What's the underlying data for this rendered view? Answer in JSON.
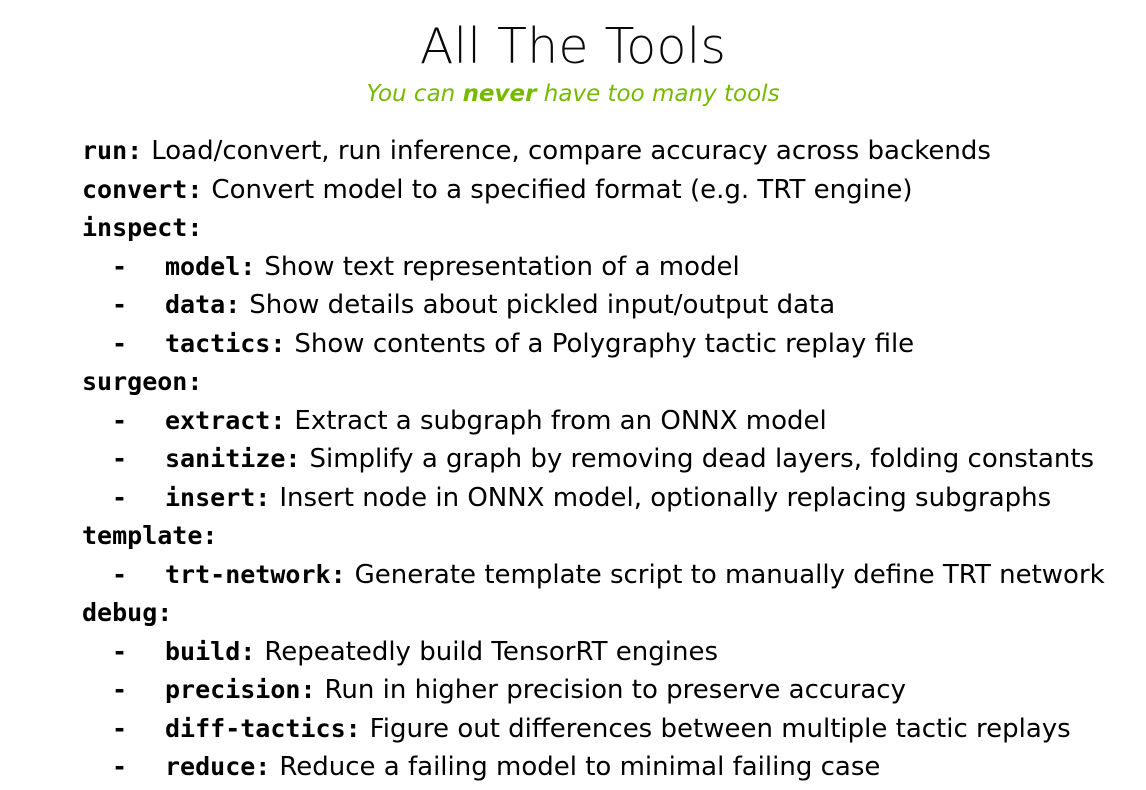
{
  "header": {
    "title": "All The Tools",
    "subtitle_before": "You can ",
    "subtitle_emphasis": "never",
    "subtitle_after": " have too many tools",
    "accent_color": "#76b900",
    "text_color": "#000000"
  },
  "tools": [
    {
      "level": "top",
      "bullet": "",
      "command": "run:",
      "description": "Load/convert, run inference, compare accuracy across backends"
    },
    {
      "level": "top",
      "bullet": "",
      "command": "convert:",
      "description": "Convert model to a specified format (e.g. TRT engine)"
    },
    {
      "level": "top",
      "bullet": "",
      "command": "inspect:",
      "description": ""
    },
    {
      "level": "sub",
      "bullet": "-",
      "command": "model:",
      "description": "Show text representation of a model"
    },
    {
      "level": "sub",
      "bullet": "-",
      "command": "data:",
      "description": "Show details about pickled input/output data"
    },
    {
      "level": "sub",
      "bullet": "-",
      "command": "tactics:",
      "description": "Show contents of a Polygraphy tactic replay file"
    },
    {
      "level": "top",
      "bullet": "",
      "command": "surgeon:",
      "description": ""
    },
    {
      "level": "sub",
      "bullet": "-",
      "command": "extract:",
      "description": "Extract a subgraph from an ONNX model"
    },
    {
      "level": "sub",
      "bullet": "-",
      "command": "sanitize:",
      "description": "Simplify a graph by removing dead layers, folding constants"
    },
    {
      "level": "sub",
      "bullet": "-",
      "command": "insert:",
      "description": "Insert node in ONNX model, optionally replacing subgraphs"
    },
    {
      "level": "top",
      "bullet": "",
      "command": "template:",
      "description": ""
    },
    {
      "level": "sub",
      "bullet": "-",
      "command": "trt-network:",
      "description": "Generate template script to manually define TRT network"
    },
    {
      "level": "top",
      "bullet": "",
      "command": "debug:",
      "description": ""
    },
    {
      "level": "sub",
      "bullet": "-",
      "command": "build:",
      "description": "Repeatedly build TensorRT engines"
    },
    {
      "level": "sub",
      "bullet": "-",
      "command": "precision:",
      "description": "Run in higher precision to preserve accuracy"
    },
    {
      "level": "sub",
      "bullet": "-",
      "command": "diff-tactics:",
      "description": "Figure out differences between multiple tactic replays"
    },
    {
      "level": "sub",
      "bullet": "-",
      "command": "reduce:",
      "description": "Reduce a failing model to minimal failing case"
    }
  ]
}
